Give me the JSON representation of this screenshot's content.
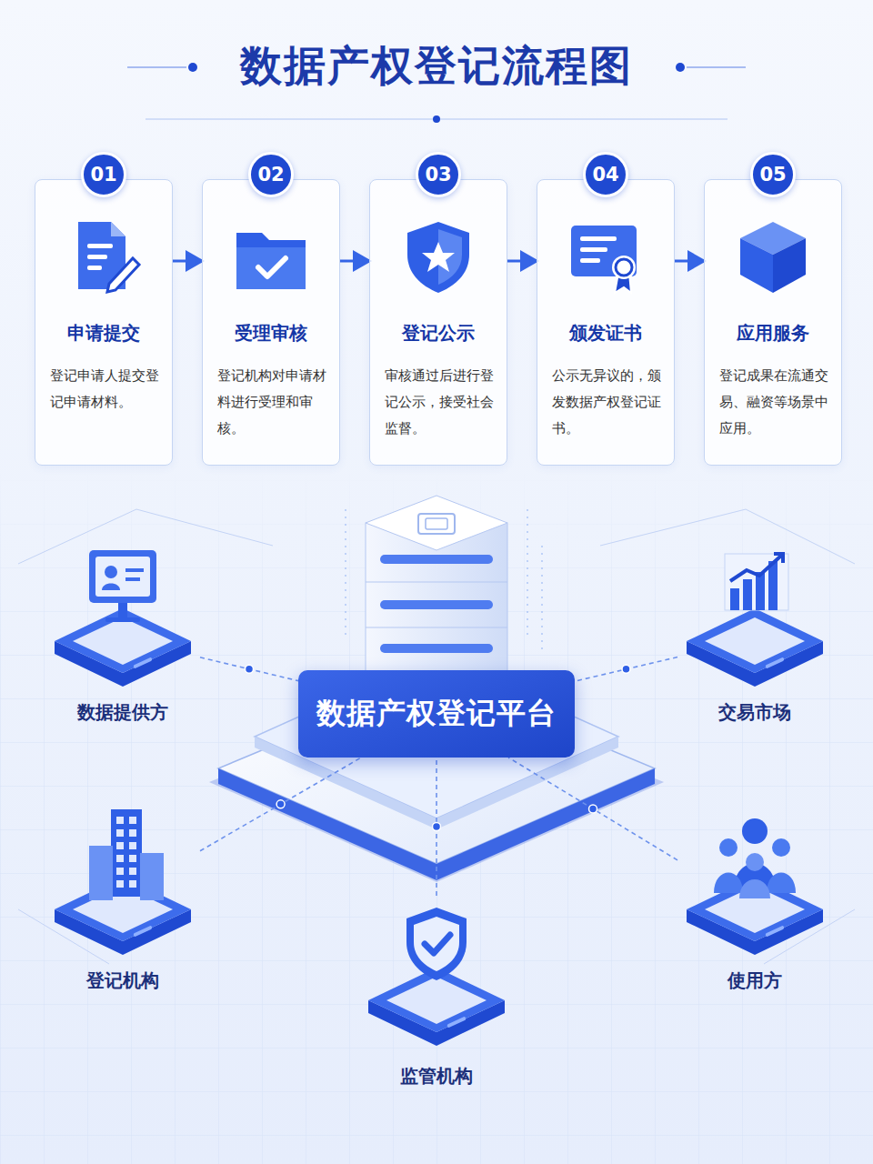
{
  "diagram": {
    "title": "数据产权登记流程图",
    "nodes": [
      {
        "text": [
          "01",
          "申请提交",
          "登记申请人提交登记申请材料。"
        ]
      },
      {
        "text": [
          "02",
          "受理审核",
          "登记机构对申请材料进行受理和审核。"
        ]
      },
      {
        "text": [
          "03",
          "登记公示",
          "审核通过后进行登记公示，接受社会监督。"
        ]
      },
      {
        "text": [
          "04",
          "颁发证书",
          "公示无异议的，颁发数据产权登记证书。"
        ]
      },
      {
        "text": [
          "05",
          "应用服务",
          "登记成果在流通交易、融资等场景中应用。"
        ]
      },
      {
        "text": [
          "数据产权登记平台"
        ]
      },
      {
        "text": [
          "数据提供方"
        ]
      },
      {
        "text": [
          "交易市场"
        ]
      },
      {
        "text": [
          "登记机构"
        ]
      },
      {
        "text": [
          "使用方"
        ]
      },
      {
        "text": [
          "监管机构"
        ]
      }
    ],
    "edges": [
      {
        "from": 0,
        "to": 1,
        "arrow": "to"
      },
      {
        "from": 1,
        "to": 2,
        "arrow": "to"
      },
      {
        "from": 2,
        "to": 3,
        "arrow": "to"
      },
      {
        "from": 3,
        "to": 4,
        "arrow": "to"
      },
      {
        "from": 6,
        "to": 5,
        "arrow": "none"
      },
      {
        "from": 7,
        "to": 5,
        "arrow": "none"
      },
      {
        "from": 8,
        "to": 5,
        "arrow": "none"
      },
      {
        "from": 9,
        "to": 5,
        "arrow": "none"
      },
      {
        "from": 10,
        "to": 5,
        "arrow": "none"
      }
    ]
  }
}
